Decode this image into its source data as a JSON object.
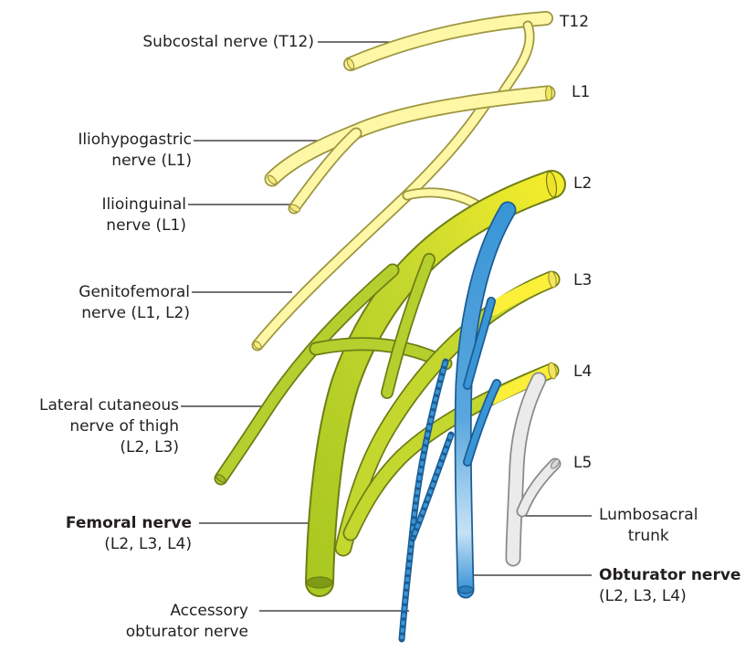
{
  "colors": {
    "yellow": "#fdf7a6",
    "yellow_stroke": "#9c9640",
    "yellow_bright": "#fbef3a",
    "green": "#b5cf2e",
    "green_light": "#d0df3b",
    "green_stroke": "#6f7d16",
    "blue": "#3a95d6",
    "blue_light": "#c6e2f6",
    "blue_stroke": "#1b5d95",
    "grey": "#ebebeb",
    "grey_stroke": "#8a8a8a",
    "leader": "#231f20"
  },
  "roots": {
    "t12": "T12",
    "l1": "L1",
    "l2": "L2",
    "l3": "L3",
    "l4": "L4",
    "l5": "L5"
  },
  "labels": {
    "subcostal": "Subcostal nerve (T12)",
    "iliohypogastric_1": "Iliohypogastric",
    "iliohypogastric_2": "nerve (L1)",
    "ilioinguinal_1": "Ilioinguinal",
    "ilioinguinal_2": "nerve (L1)",
    "genitofemoral_1": "Genitofemoral",
    "genitofemoral_2": "nerve (L1, L2)",
    "lateral_cutaneous_1": "Lateral cutaneous",
    "lateral_cutaneous_2": "nerve of thigh",
    "lateral_cutaneous_3": "(L2, L3)",
    "femoral_1": "Femoral nerve",
    "femoral_2": "(L2, L3, L4)",
    "accessory_1": "Accessory",
    "accessory_2": "obturator nerve",
    "lumbosacral_1": "Lumbosacral",
    "lumbosacral_2": "trunk",
    "obturator_1": "Obturator nerve",
    "obturator_2": "(L2, L3, L4)"
  }
}
